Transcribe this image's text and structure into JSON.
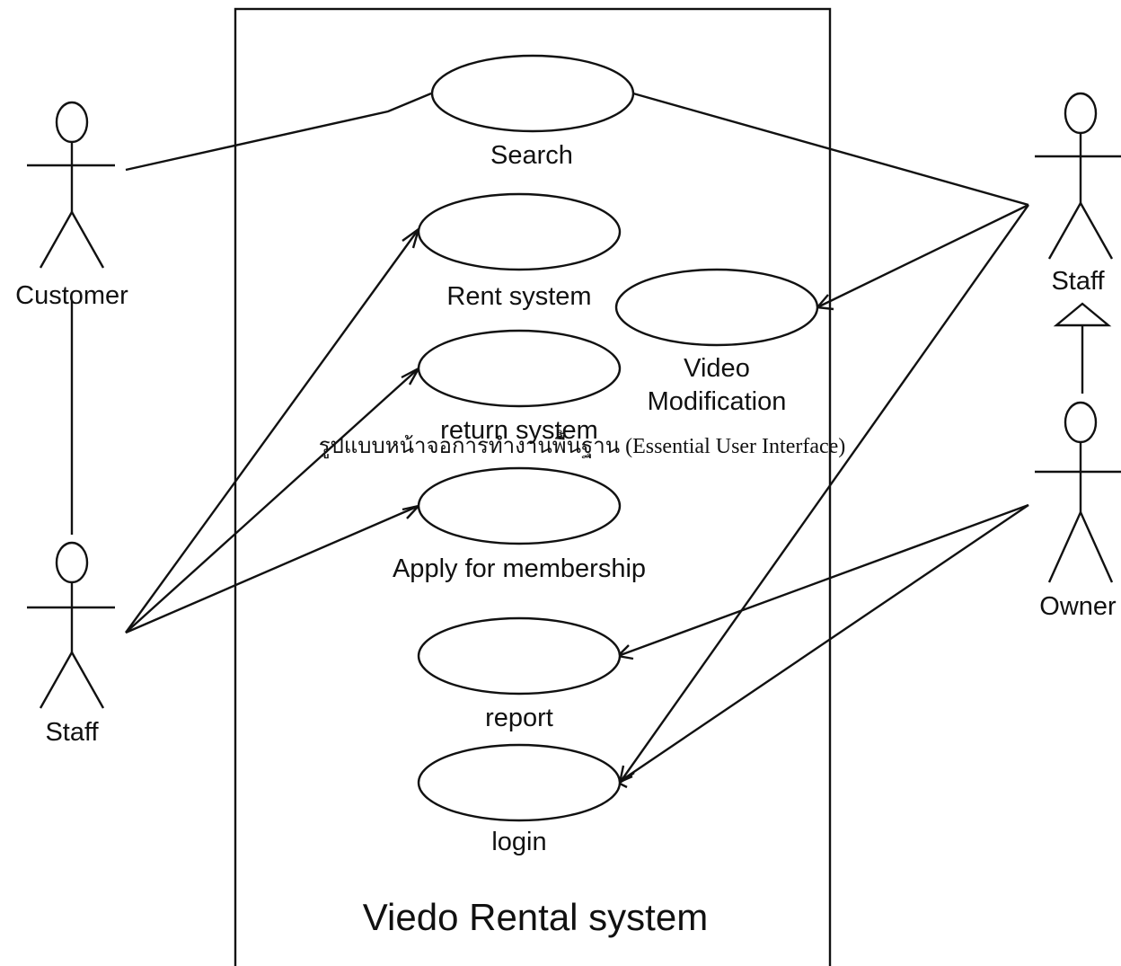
{
  "system": {
    "title": "Viedo Rental system"
  },
  "actors": {
    "customer": "Customer",
    "staff_left": "Staff",
    "staff_right": "Staff",
    "owner": "Owner"
  },
  "use_cases": {
    "search": "Search",
    "rent": "Rent system",
    "video_mod_line1": "Video",
    "video_mod_line2": "Modification",
    "return": "return system",
    "apply": "Apply for membership",
    "report": "report",
    "login": "login"
  },
  "note": "รูปแบบหน้าจอการทำงานพื้นฐาน (Essential User Interface)",
  "colors": {
    "line": "#111111",
    "background": "#ffffff"
  }
}
